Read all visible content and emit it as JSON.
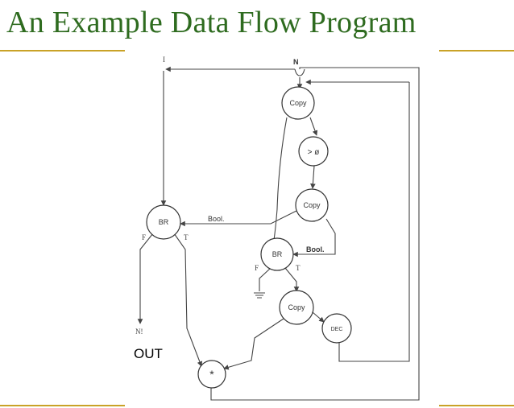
{
  "title": "An Example Data Flow Program",
  "colors": {
    "title": "#2e6b1f",
    "rule": "#c9a227"
  },
  "diagram": {
    "inputs": {
      "top_left": "I",
      "top_center": "N"
    },
    "nodes": {
      "copy1": "Copy",
      "gt": "> ø",
      "copy2": "Copy",
      "br_left": "BR",
      "br_mid": "BR",
      "copy3": "Copy",
      "dec": "DEC",
      "mult": "*"
    },
    "edge_labels": {
      "bool_left": "Bool.",
      "bool_right": "Bool."
    },
    "ports": {
      "br_left_f": "F",
      "br_left_t": "T",
      "br_mid_f": "F",
      "br_mid_t": "T"
    },
    "output_symbol": "N!",
    "output_label": "OUT"
  }
}
